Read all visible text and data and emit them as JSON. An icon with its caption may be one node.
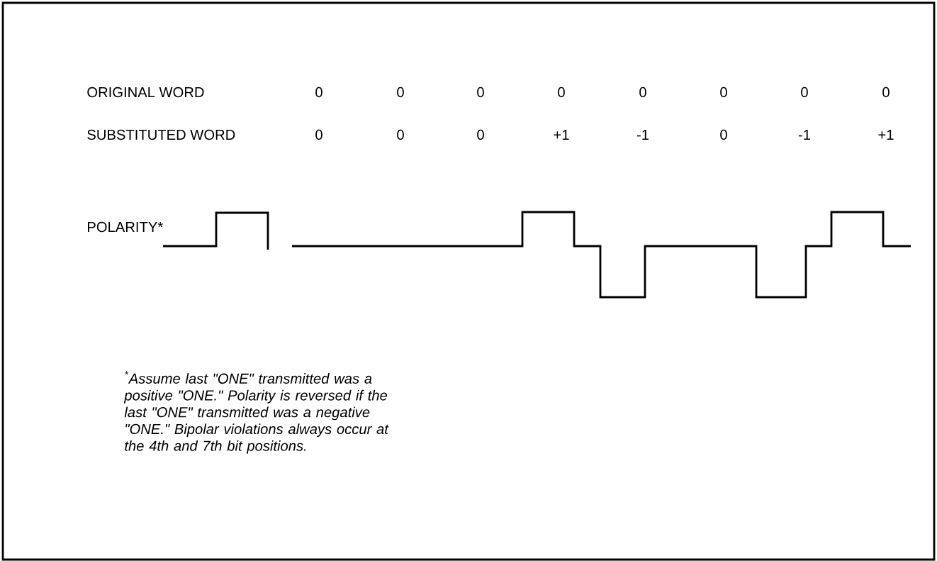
{
  "diagram": {
    "labels": [
      "ORIGINAL WORD",
      "0",
      "0",
      "0",
      "0",
      "0",
      "0",
      "0",
      "0",
      "SUBSTITUTED WORD",
      "0",
      "0",
      "0",
      "+1",
      "-1",
      "0",
      "-1",
      "+1",
      "POLARITY*",
      "$^{*}$Assume last \"ONE\" transmitted was a positive \"ONE.\" Polarity is reversed if the last \"ONE\" transmitted was a negative \"ONE.\" Bipolar violations always occur at the 4th and 7th bit positions."
    ]
  }
}
